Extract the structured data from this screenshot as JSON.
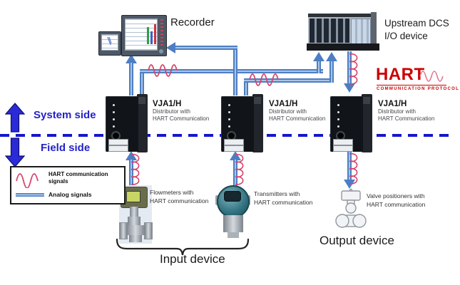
{
  "recorder": {
    "label": "Recorder"
  },
  "dcs": {
    "label_lines": [
      "Upstream DCS",
      "I/O device"
    ]
  },
  "hart_logo": {
    "name": "HART",
    "tagline": "COMMUNICATION PROTOCOL"
  },
  "distributors": [
    {
      "name": "VJA1/H",
      "desc_lines": [
        "Distributor with",
        "HART Communication"
      ]
    },
    {
      "name": "VJA1/H",
      "desc_lines": [
        "Distributor with",
        "HART Communication"
      ]
    },
    {
      "name": "VJA1/H",
      "desc_lines": [
        "Distributor with",
        "HART Communication"
      ]
    }
  ],
  "sides": {
    "system": "System side",
    "field": "Field side"
  },
  "legend": {
    "hart_signal_label": "HART communication signals",
    "analog_signal_label": "Analog signals"
  },
  "field_devices": [
    {
      "label_lines": [
        "Flowmeters with",
        "HART communication"
      ]
    },
    {
      "label_lines": [
        "Transmitters with",
        "HART communication"
      ]
    },
    {
      "label_lines": [
        "Valve positioners with",
        "HART communication"
      ]
    }
  ],
  "groups": {
    "input": "Input device",
    "output": "Output device"
  },
  "colors": {
    "analog_blue": "#4d7ec4",
    "hart_signal_red": "#d6446b",
    "logo_red": "#cc0000",
    "side_label_blue": "#2323c8",
    "divider_blue": "#1515cd"
  }
}
